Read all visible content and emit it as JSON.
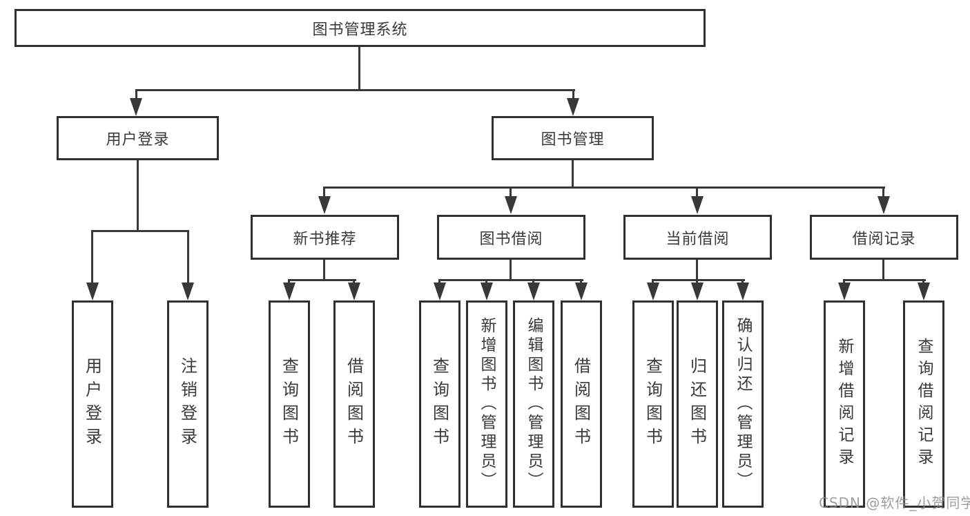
{
  "root": {
    "label": "图书管理系统"
  },
  "level2": {
    "user_login": "用户登录",
    "book_mgmt": "图书管理"
  },
  "level3": {
    "new_books": "新书推荐",
    "book_borrow": "图书借阅",
    "current_borrow": "当前借阅",
    "borrow_records": "借阅记录"
  },
  "leaves": {
    "user_login": "用户登录",
    "logout": "注销登录",
    "nb_query": "查询图书",
    "nb_borrow": "借阅图书",
    "jy_query": "查询图书",
    "jy_add": "新增图书（管理员）",
    "jy_edit": "编辑图书（管理员）",
    "jy_borrow": "借阅图书",
    "dq_query": "查询图书",
    "dq_return": "归还图书",
    "dq_confirm": "确认归还（管理员）",
    "jl_add": "新增借阅记录",
    "jl_query": "查询借阅记录"
  },
  "watermark": "CSDN @软件_小贺同学",
  "colors": {
    "line": "#383838",
    "border": "#2f2f2f",
    "text": "#3a3a3a",
    "watermark": "#8c8c8c",
    "background": "#ffffff"
  }
}
